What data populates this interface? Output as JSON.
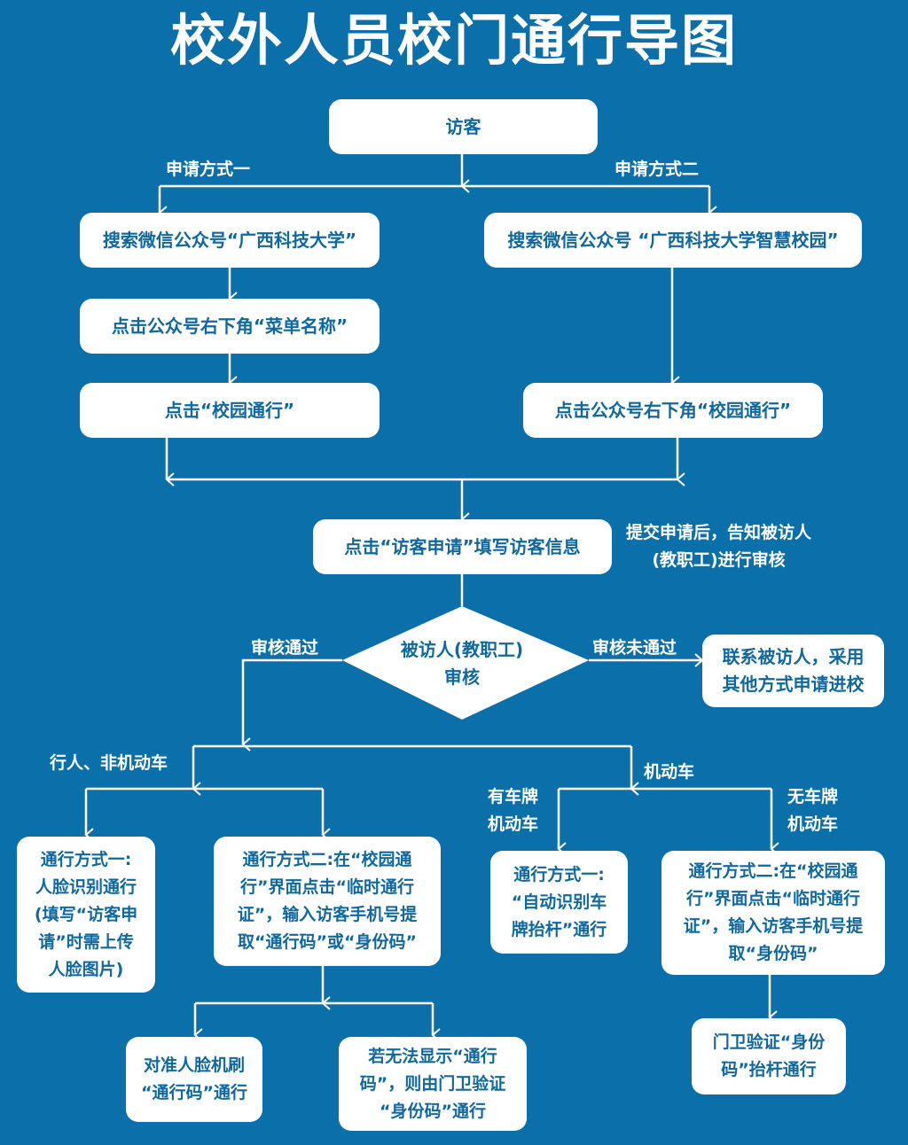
{
  "title": "校外人员校门通行导图",
  "colors": {
    "background": "#0b6faa",
    "box": "#ffffff",
    "box_text": "#10699e",
    "line": "#ffffff"
  },
  "nodes": {
    "visitor": "访客",
    "search_a": "搜索微信公众号“广西科技大学”",
    "search_b": "搜索微信公众号 “广西科技大学智慧校园”",
    "menu_a": "点击公众号右下角“菜单名称”",
    "campus_pass_a": "点击“校园通行”",
    "campus_pass_b": "点击公众号右下角“校园通行”",
    "visitor_apply": "点击“访客申请”填写访客信息",
    "review": "被访人(教职工)\n审核",
    "rejected": "联系被访人，采用\n其他方式申请进校",
    "ped_method1": "通行方式一:\n人脸识别通行\n(填写“访客申\n请”时需上传\n人脸图片)",
    "ped_method2": "通行方式二:在“校园通\n行”界面点击“临时通行\n证”，输入访客手机号提\n取“通行码”或“身份码”",
    "face_scan": "对准人脸机刷\n“通行码”通行",
    "guard_verify": "若无法显示“通行\n码”，则由门卫验证\n“身份码”通行",
    "car_method1": "通行方式一:\n“自动识别车\n牌抬杆”通行",
    "car_method2": "通行方式二:在“校园通\n行”界面点击“临时通行\n证”，输入访客手机号提\n取“身份码”",
    "car_guard": "门卫验证“身份\n码”抬杆通行"
  },
  "labels": {
    "apply_method1": "申请方式一",
    "apply_method2": "申请方式二",
    "notify_note": "提交申请后，告知被访人\n(教职工)进行审核",
    "approved": "审核通过",
    "not_approved": "审核未通过",
    "pedestrian": "行人、非机动车",
    "motor": "机动车",
    "with_plate": "有车牌\n机动车",
    "no_plate": "无车牌\n机动车"
  }
}
